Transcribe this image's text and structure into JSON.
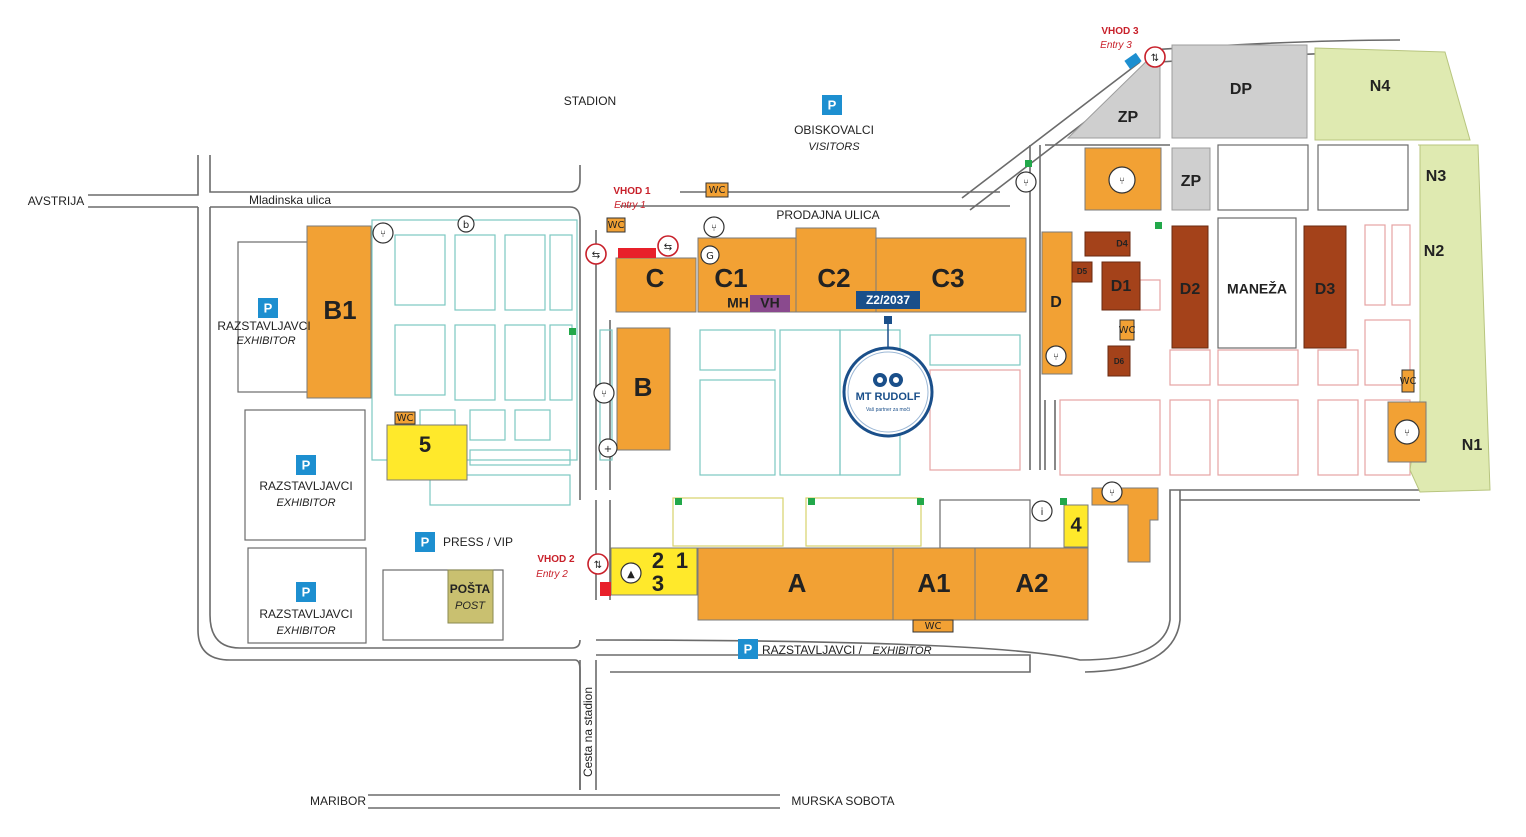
{
  "roads": {
    "stadion": "STADION",
    "avstrija": "AVSTRIJA",
    "mladinska": "Mladinska ulica",
    "prodajna": "PRODAJNA ULICA",
    "maribor": "MARIBOR",
    "murska_sobota": "MURSKA SOBOTA",
    "cesta_na_stadion": "Cesta na stadion"
  },
  "parking": {
    "symbol": "P",
    "visitors": "OBISKOVALCI",
    "visitors_en": "VISITORS",
    "exhibitor": "RAZSTAVLJAVCI",
    "exhibitor_en": "EXHIBITOR",
    "press": "PRESS / VIP",
    "bottom": "RAZSTAVLJAVCI /",
    "bottom_en": "EXHIBITOR"
  },
  "entries": {
    "e1": "VHOD 1",
    "e1_en": "Entry 1",
    "e2": "VHOD 2",
    "e2_en": "Entry 2",
    "e3": "VHOD 3",
    "e3_en": "Entry 3"
  },
  "halls": {
    "b1": "B1",
    "b": "B",
    "c": "C",
    "c1": "C1",
    "c2": "C2",
    "c3": "C3",
    "mh": "MH",
    "vh": "VH",
    "d": "D",
    "d1": "D1",
    "d2": "D2",
    "d3": "D3",
    "d4": "D4",
    "d5": "D5",
    "d6": "D6",
    "a": "A",
    "a1": "A1",
    "a2": "A2",
    "h1": "1",
    "h2": "2",
    "h3": "3",
    "h4": "4",
    "h5": "5",
    "zp": "ZP",
    "dp": "DP",
    "maneza": "MANEŽA",
    "n1": "N1",
    "n2": "N2",
    "n3": "N3",
    "n4": "N4"
  },
  "posta": {
    "name": "POŠTA",
    "name_en": "POST"
  },
  "booth": {
    "code": "Z2/2037",
    "company": "MT RUDOLF",
    "tagline": "Vaš partner za moči"
  },
  "icons": {
    "wc": "WC",
    "info": "i",
    "bank": "b",
    "gas": "G",
    "first_aid": "+"
  },
  "colors": {
    "hall": "#f2a134",
    "hall_yellow": "#ffe92b",
    "hall_dark": "#a4421a",
    "parking": "#1d8fd0",
    "green_area": "#dfeab1",
    "grey_area": "#cfcfcf",
    "entry_red": "#c8202a",
    "booth_blue": "#1a4f8a",
    "mh_purple": "#8a4a8e"
  }
}
